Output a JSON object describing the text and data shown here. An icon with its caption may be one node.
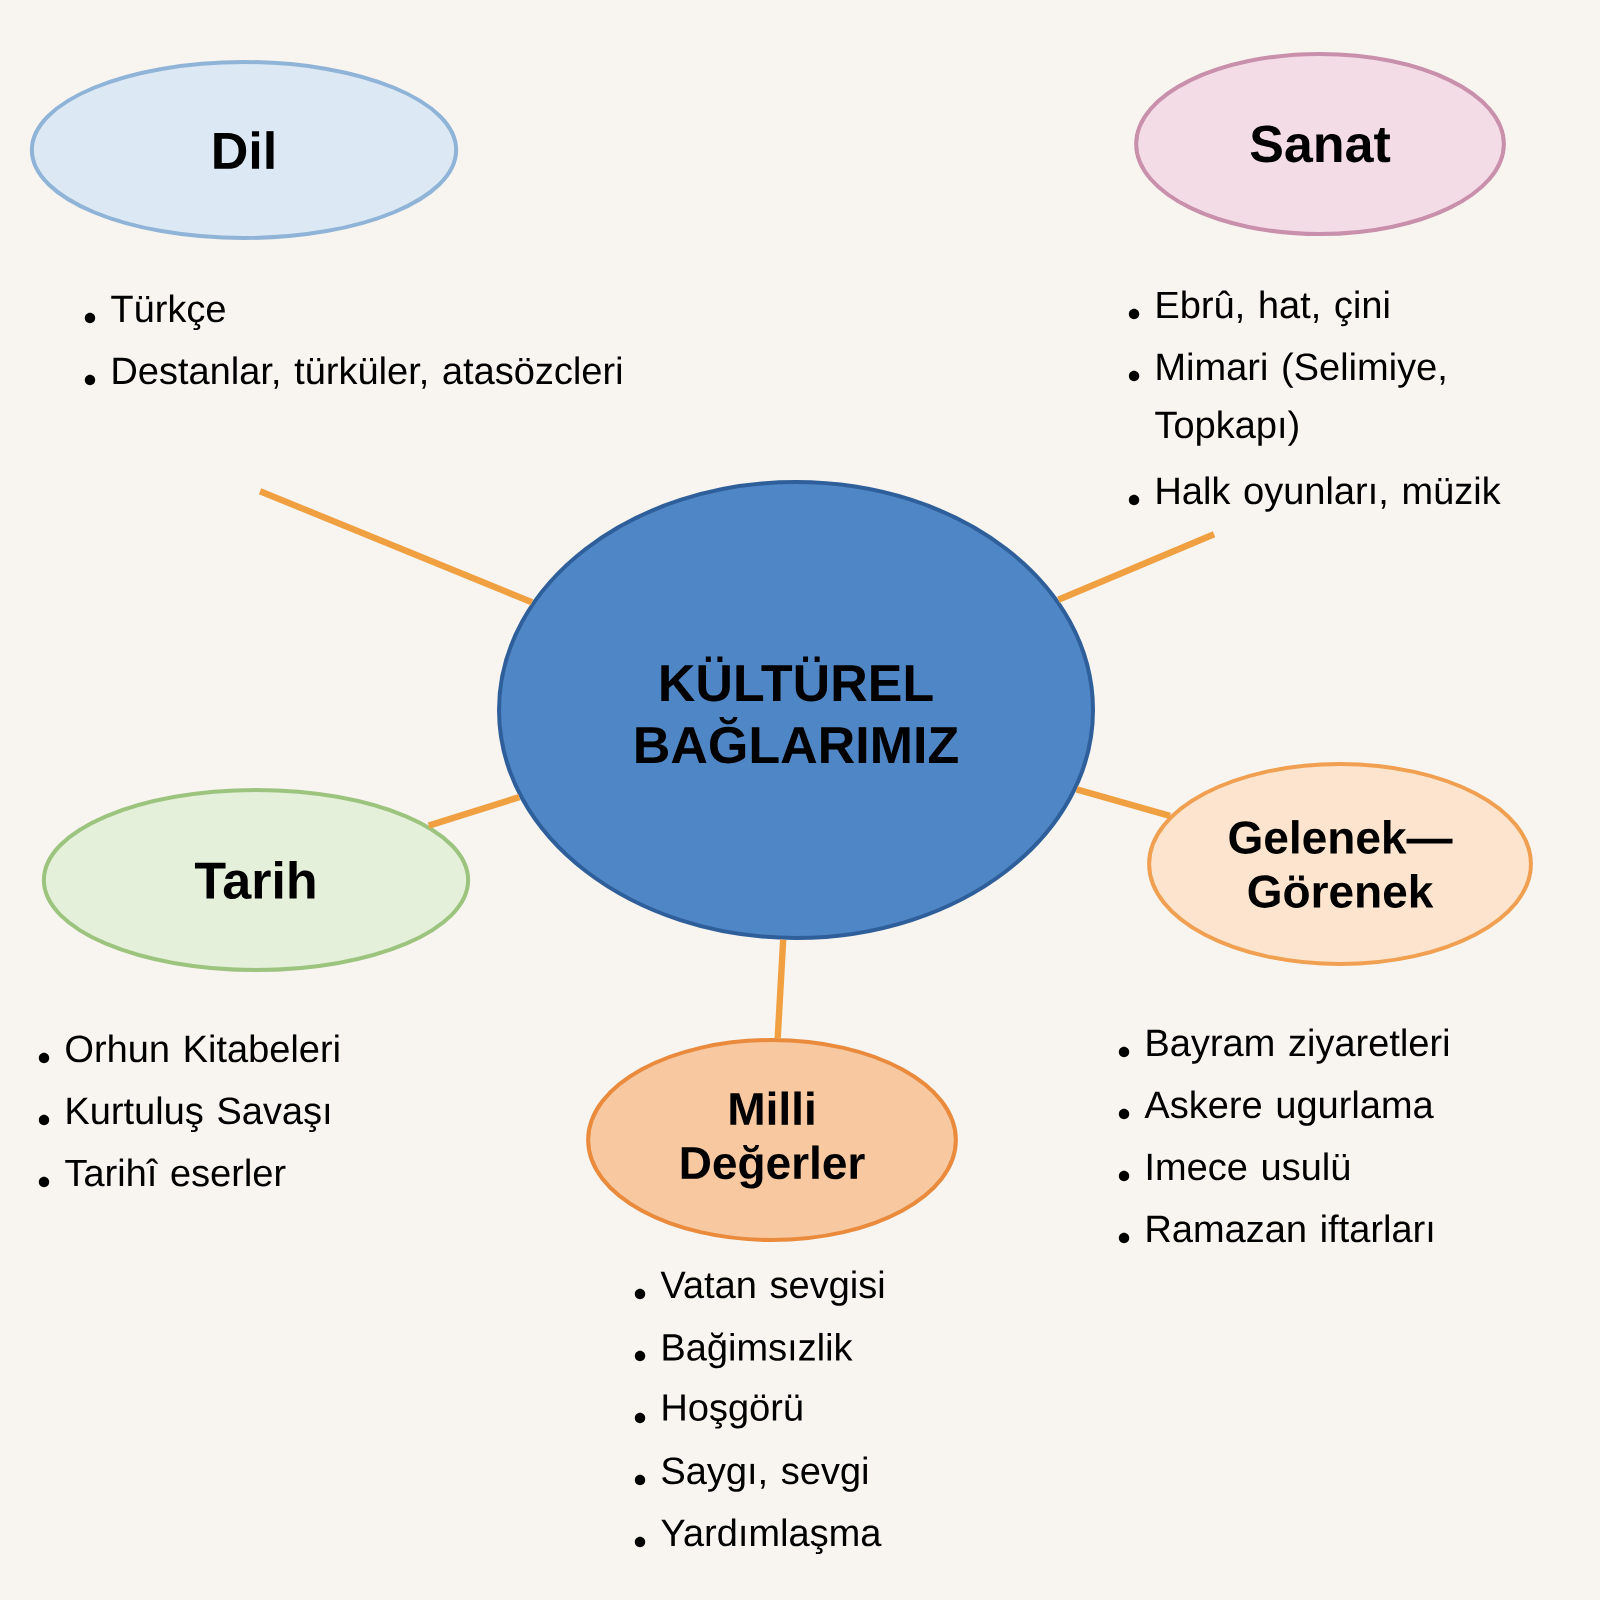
{
  "diagram": {
    "nodes": [
      {
        "text": [
          "Dil"
        ],
        "beside": [
          "Türkçe",
          "Destanlar, türküler, atasözcleri"
        ]
      },
      {
        "text": [
          "Sanat"
        ],
        "beside": [
          "Ebrû, hat, çini",
          "Mimari (Selimiye, Topkapı)",
          "Halk oyunları, müzik"
        ]
      },
      {
        "text": [
          "KÜLTÜREL BAĞLARIMIZ"
        ]
      },
      {
        "text": [
          "Tarih"
        ],
        "beside": [
          "Orhun Kitabeleri",
          "Kurtuluş Savaşı",
          "Tarihî eserler"
        ]
      },
      {
        "text": [
          "Gelenek—Görenek"
        ],
        "beside": [
          "Bayram ziyaretleri",
          "Askere ugurlama",
          "Imece usulü",
          "Ramazan iftarları"
        ]
      },
      {
        "text": [
          "Milli Değerler"
        ],
        "beside": [
          "Vatan sevgisi",
          "Bağimsızlik",
          "Hoşgörü",
          "Saygı,  sevgi",
          "Yardımlaşma"
        ]
      }
    ],
    "edges": [
      {
        "from": 2,
        "to": 0,
        "arrow": "none"
      },
      {
        "from": 2,
        "to": 1,
        "arrow": "none"
      },
      {
        "from": 2,
        "to": 3,
        "arrow": "none"
      },
      {
        "from": 2,
        "to": 4,
        "arrow": "none"
      },
      {
        "from": 2,
        "to": 5,
        "arrow": "none"
      }
    ]
  }
}
